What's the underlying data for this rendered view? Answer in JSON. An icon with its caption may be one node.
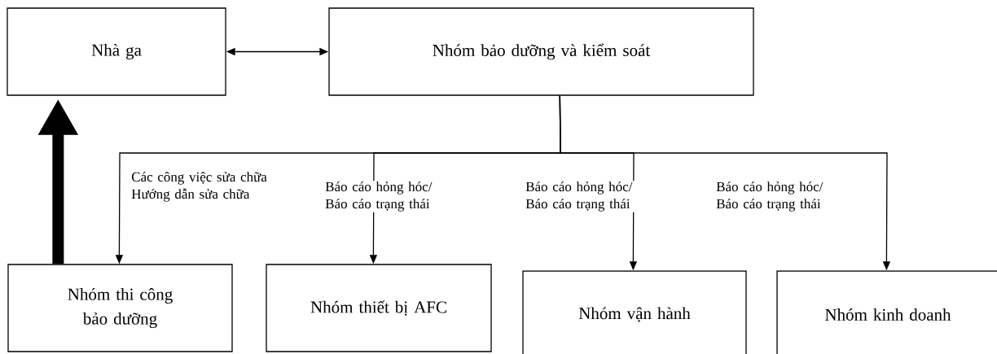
{
  "diagram": {
    "nodes": [
      {
        "text": [
          "Nhà ga"
        ]
      },
      {
        "text": [
          "Nhóm bảo dưỡng và kiểm soát"
        ]
      },
      {
        "text": [
          "Nhóm thi công bảo dưỡng"
        ]
      },
      {
        "text": [
          "Nhóm thiết bị AFC"
        ]
      },
      {
        "text": [
          "Nhóm vận hành"
        ]
      },
      {
        "text": [
          "Nhóm kinh doanh"
        ]
      }
    ],
    "edges": [
      {
        "from": 0,
        "to": 1,
        "arrow": "both"
      },
      {
        "from": 2,
        "to": 0,
        "arrow": "to",
        "style": "thick"
      },
      {
        "from": 1,
        "to": 2,
        "arrow": "to",
        "label": "Các công việc sửa chữa Hướng dẫn sửa chữa"
      },
      {
        "from": 1,
        "to": 3,
        "arrow": "to",
        "label": "Báo cáo hỏng hóc/ Báo cáo trạng thái"
      },
      {
        "from": 1,
        "to": 4,
        "arrow": "to",
        "label": "Báo cáo hỏng hóc/ Báo cáo trạng thái"
      },
      {
        "from": 1,
        "to": 5,
        "arrow": "to",
        "label": "Báo cáo hỏng hóc/ Báo cáo trạng thái"
      }
    ]
  }
}
